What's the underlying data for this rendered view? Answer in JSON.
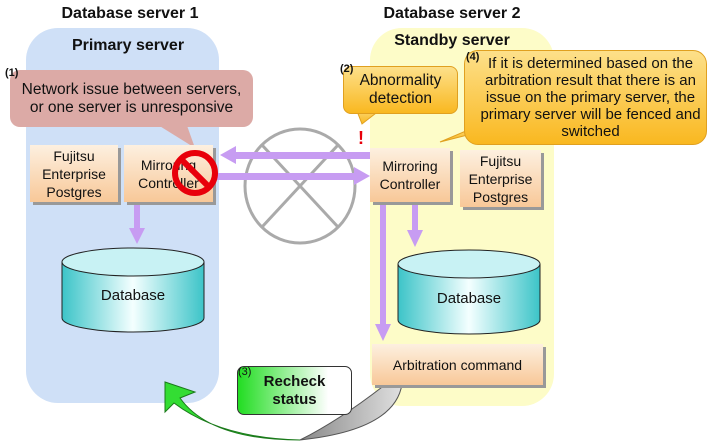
{
  "server1": {
    "title": "Database server 1",
    "role": "Primary server",
    "fep": "Fujitsu Enterprise Postgres",
    "mirroring": "Mirroring Controller",
    "database": "Database"
  },
  "server2": {
    "title": "Database server 2",
    "role": "Standby server",
    "fep": "Fujitsu Enterprise Postgres",
    "mirroring": "Mirroring Controller",
    "database": "Database",
    "arbitration": "Arbitration command"
  },
  "steps": [
    {
      "num": "(1)",
      "text": "Network issue between servers, or one server is unresponsive"
    },
    {
      "num": "(2)",
      "text": "Abnormality detection"
    },
    {
      "num": "(3)",
      "text": "Recheck status"
    },
    {
      "num": "(4)",
      "text": "If it is determined based on the arbitration result that there is an issue on the primary server, the primary server will be fenced and switched"
    }
  ],
  "alert_mark": "!",
  "colors": {
    "primary_panel": "#cfe0f7",
    "standby_panel": "#fdfcc8",
    "arrow": "#c79cf2",
    "prohibit": "#e8000b",
    "callout_pink": "#dcaaa6",
    "callout_yellow": "#fbc440",
    "recheck_green": "#22dd22"
  }
}
